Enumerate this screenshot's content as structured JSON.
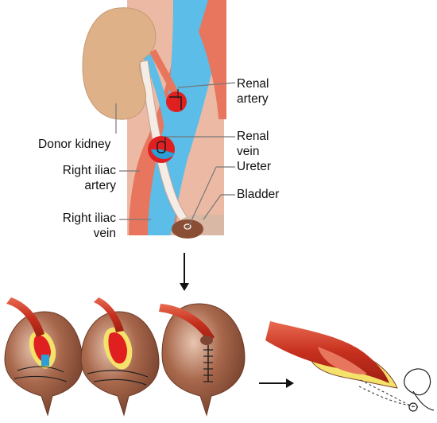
{
  "labels": {
    "renal_artery": [
      "Renal",
      "artery"
    ],
    "renal_vein": [
      "Renal",
      "vein"
    ],
    "ureter": "Ureter",
    "bladder": "Bladder",
    "donor_kidney": "Donor kidney",
    "right_iliac_artery": [
      "Right iliac",
      "artery"
    ],
    "right_iliac_vein": [
      "Right iliac",
      "vein"
    ]
  },
  "colors": {
    "artery": "#e8765e",
    "artery_dark": "#d2432e",
    "vein": "#5bbde8",
    "kidney": "#deb189",
    "bladder": "#b07a5c",
    "bladder_dark": "#7e4632",
    "anastomosis_red": "#e02020",
    "ureter": "#f6ece6",
    "suture_yellow": "#f4e26a"
  }
}
